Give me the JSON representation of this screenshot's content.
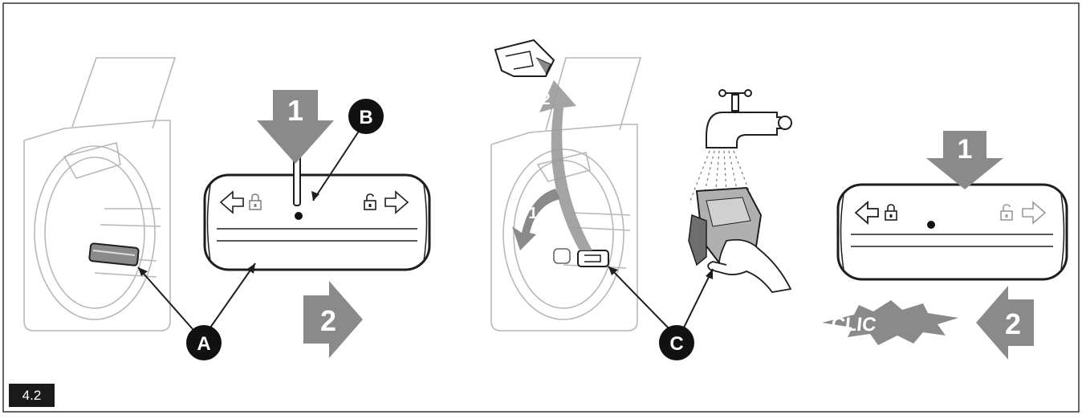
{
  "figure": {
    "id": "4.2"
  },
  "callouts": {
    "a": "A",
    "b": "B",
    "c": "C"
  },
  "steps": {
    "panel1_step1": "1",
    "panel1_step2": "2",
    "panel2_step1": "1",
    "panel2_step2": "2",
    "panel3_step1": "1",
    "panel3_step2": "2"
  },
  "sound_effect": "CLIC",
  "colors": {
    "arrow_grey": "#8a8a8a",
    "line": "#1e1e1e",
    "light_line": "#b8b8b8",
    "badge": "#111111"
  },
  "icons": [
    "lock-closed-icon",
    "lock-open-icon",
    "arrow-left-icon",
    "arrow-right-icon",
    "tap-icon",
    "water-spray-icon"
  ]
}
